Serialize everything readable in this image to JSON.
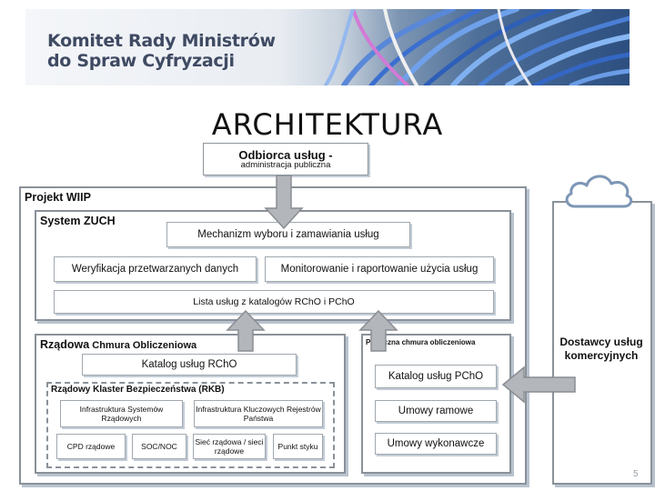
{
  "header": {
    "logo_line1": "Komitet Rady Ministrów",
    "logo_line2": "do Spraw Cyfryzacji"
  },
  "slide_title": "ARCHITEKTURA",
  "recipient": {
    "title": "Odbiorca usług -",
    "subtitle": "administracja publiczna"
  },
  "project": {
    "title": "Projekt WIIP",
    "system": {
      "title": "System ZUCH",
      "mechanism": "Mechanizm wyboru i zamawiania usług",
      "verification": "Weryfikacja przetwarzanych danych",
      "monitoring": "Monitorowanie i raportowanie użycia usług",
      "service_list": "Lista usług z katalogów RChO i PChO"
    },
    "gov_cloud": {
      "title_bold": "Rządowa",
      "title_rest": "Chmura Obliczeniowa",
      "catalog": "Katalog usług RChO",
      "rkb": {
        "title": "Rządowy Klaster Bezpieczeństwa (RKB)",
        "items": [
          "Infrastruktura Systemów Rządowych",
          "Infrastruktura Kluczowych Rejestrów Państwa",
          "CPD rządowe",
          "SOC/NOC",
          "Sieć rządowa / sieci rządowe",
          "Punkt styku"
        ]
      }
    },
    "public_cloud": {
      "title": "Publiczna chmura obliczeniowa",
      "catalog": "Katalog usług PChO",
      "frame_agreements": "Umowy ramowe",
      "execution_agreements": "Umowy wykonawcze"
    }
  },
  "providers": {
    "label": "Dostawcy usług komercyjnych",
    "icon": "cloud-icon"
  },
  "page_number": "5"
}
